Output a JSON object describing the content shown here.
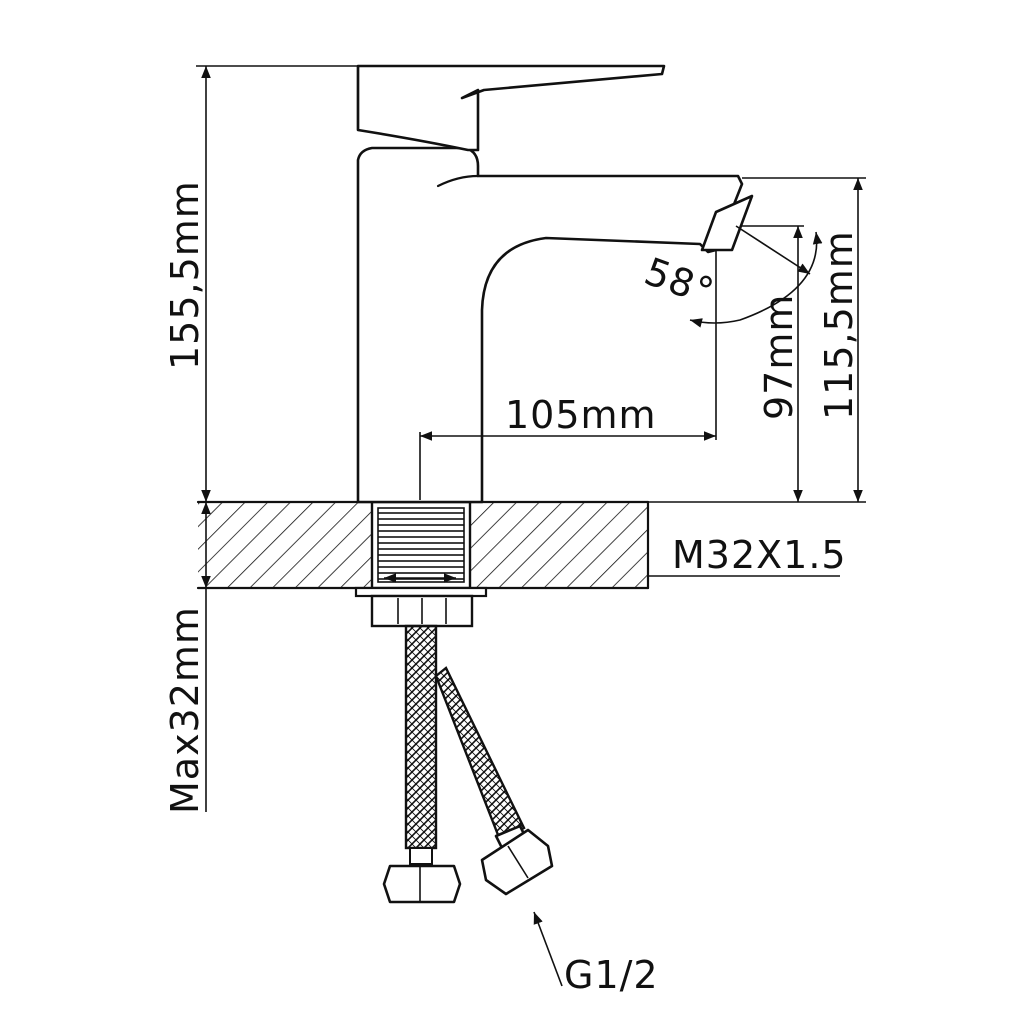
{
  "dimensions": {
    "total_height": "155,5mm",
    "spout_height": "115,5mm",
    "outlet_height": "97mm",
    "reach": "105mm",
    "angle": "58°",
    "thread": "M32X1.5",
    "max_thickness": "Max32mm",
    "connector": "G1/2"
  },
  "colors": {
    "line": "#111111",
    "background": "#ffffff"
  }
}
